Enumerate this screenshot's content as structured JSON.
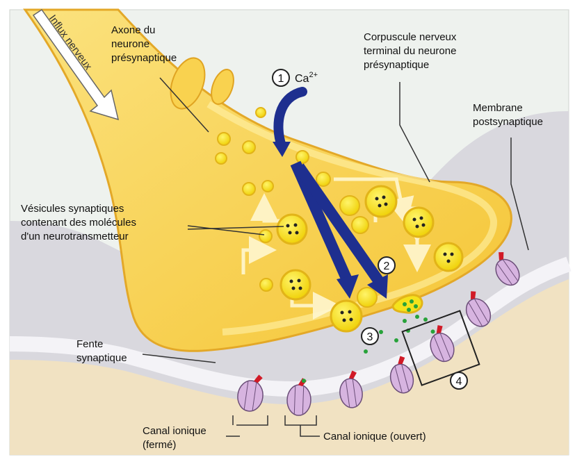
{
  "labels": {
    "influx": "Influx nerveux",
    "axone": [
      "Axone du",
      "neurone",
      "présynaptique"
    ],
    "corpuscule": [
      "Corpuscule nerveux",
      "terminal du neurone",
      "présynaptique"
    ],
    "membrane": [
      "Membrane",
      "postsynaptique"
    ],
    "vesicules": [
      "Vésicules synaptiques",
      "contenant des molécules",
      "d'un neurotransmetteur"
    ],
    "fente": [
      "Fente",
      "synaptique"
    ],
    "canal_ferme": [
      "Canal ionique",
      "(fermé)"
    ],
    "canal_ouvert": "Canal ionique (ouvert)",
    "calcium": "Ca",
    "calcium_charge": "2+"
  },
  "steps": [
    "1",
    "2",
    "3",
    "4"
  ],
  "colors": {
    "neuron_fill": "#f7cb3c",
    "neuron_light": "#fae07a",
    "neuron_edge": "#e0a422",
    "vesicle": "#f5e21c",
    "arrow": "#1e2f8f",
    "postsyn": "#d8d7dc",
    "cleft": "#e9e8ee",
    "channel": "#d7b4e0",
    "receptor_red": "#d11a27",
    "transmitter": "#28a23a"
  }
}
